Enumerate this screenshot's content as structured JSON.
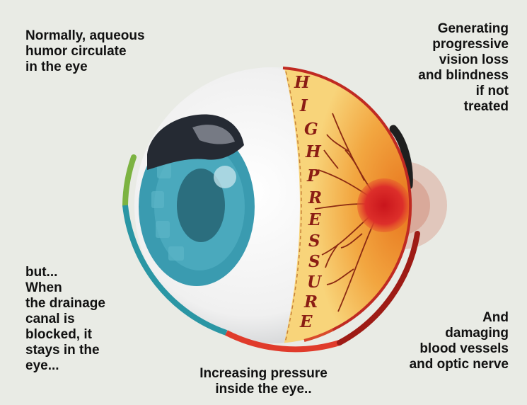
{
  "captions": {
    "top_left": "Normally, aqueous\nhumor circulate\nin the eye",
    "top_right": "Generating\nprogressive\nvision loss\nand blindness\nif not\ntreated",
    "bottom_left": "but...\nWhen\nthe drainage\ncanal is\nblocked, it\nstays in the\neye...",
    "bottom_right": "And\ndamaging\nblood vessels\nand optic nerve",
    "bottom_center": "Increasing pressure\ninside the eye.."
  },
  "high_pressure_letters": [
    "H",
    "I",
    "G",
    "H",
    "P",
    "R",
    "E",
    "S",
    "S",
    "U",
    "R",
    "E"
  ],
  "colors": {
    "background": "#e9ebe5",
    "sclera": "#f4f4f4",
    "iris": "#3a9bb0",
    "pupil": "#2b6e7e",
    "lens_overlay": "#252a33",
    "retina_band": "#f1b84f",
    "optic_disc": "#d92a2a",
    "arc_green": "#7cb341",
    "arc_teal": "#2a96a4",
    "arc_red": "#e03b2b"
  }
}
